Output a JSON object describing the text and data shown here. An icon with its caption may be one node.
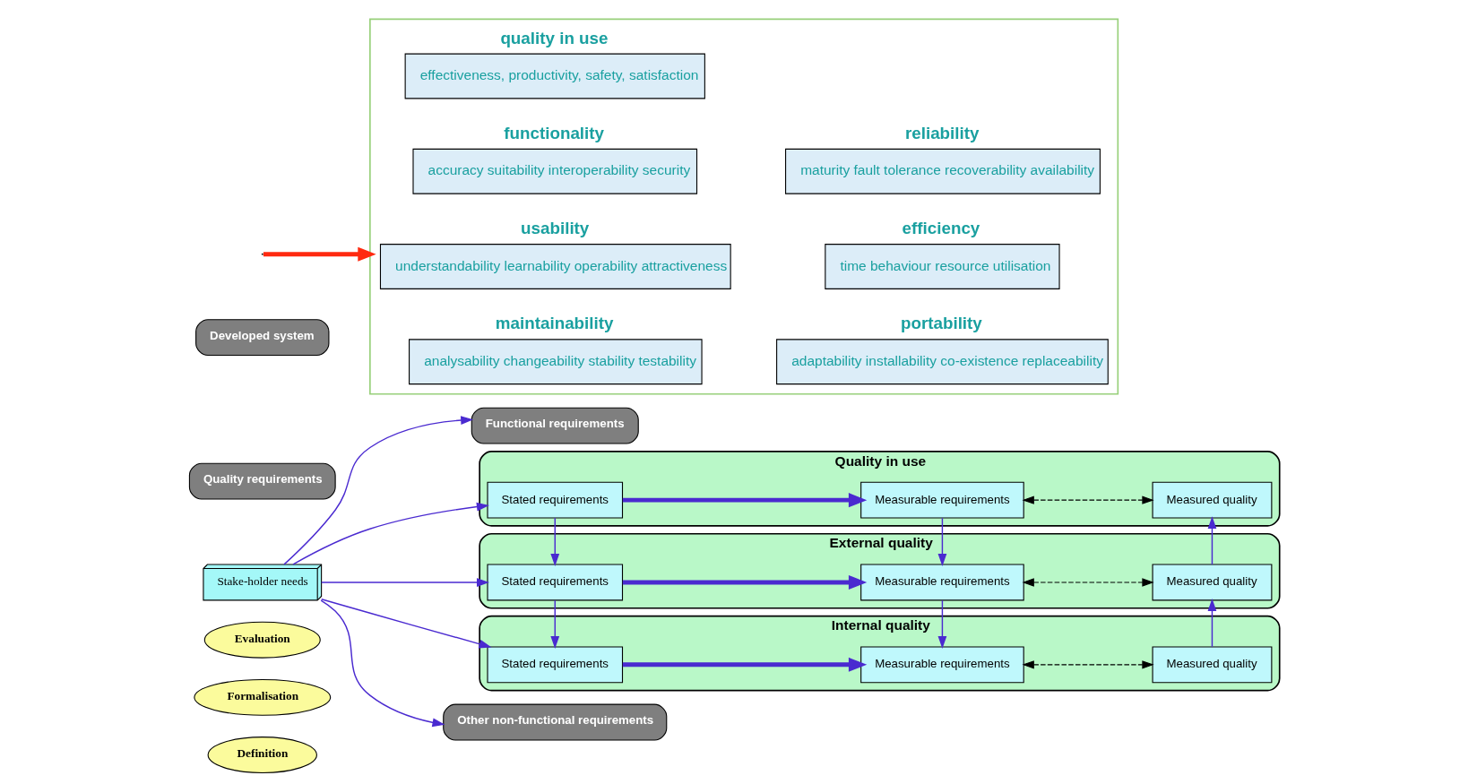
{
  "diagram": {
    "nodes": [
      {
        "text": [
          "Definition"
        ]
      },
      {
        "text": [
          "Formalisation"
        ]
      },
      {
        "text": [
          "Evaluation"
        ]
      },
      {
        "text": [
          "Stake-holder needs"
        ]
      },
      {
        "text": [
          "Functional requirements"
        ]
      },
      {
        "text": [
          "Quality requirements"
        ]
      },
      {
        "text": [
          "Developed system"
        ]
      },
      {
        "text": [
          "Quality in use"
        ]
      },
      {
        "text": [
          "Stated requirements"
        ],
        "in": 7
      },
      {
        "text": [
          "Measurable requirements"
        ],
        "in": 7
      },
      {
        "text": [
          "Measured quality"
        ],
        "in": 7
      },
      {
        "text": [
          "External quality"
        ]
      },
      {
        "text": [
          "Stated requirements"
        ],
        "in": 11
      },
      {
        "text": [
          "Measurable requirements"
        ],
        "in": 11
      },
      {
        "text": [
          "Measured quality"
        ],
        "in": 11
      },
      {
        "text": [
          "Internal quality"
        ]
      },
      {
        "text": [
          "Stated requirements"
        ],
        "in": 15
      },
      {
        "text": [
          "Measurable requirements"
        ],
        "in": 15
      },
      {
        "text": [
          "Measured quality"
        ],
        "in": 15
      },
      {
        "text": [
          "Other non-functional requirements"
        ]
      },
      {
        "text": [],
        "shape": "box"
      },
      {
        "text": [
          "quality in use",
          "effectiveness, productivity, safety, satisfaction"
        ],
        "in": 20
      },
      {
        "text": [
          "functionality",
          "accuracy suitability interoperability security"
        ],
        "in": 20
      },
      {
        "text": [
          "reliability",
          "maturity fault tolerance recoverability availability"
        ],
        "in": 20
      },
      {
        "text": [
          "usability",
          "understandability learnability operability attractiveness"
        ],
        "in": 20
      },
      {
        "text": [
          "efficiency",
          "time behaviour resource utilisation"
        ],
        "in": 20
      },
      {
        "text": [
          "maintainability",
          "analysability changeability stability testability"
        ],
        "in": 20
      },
      {
        "text": [
          "portability",
          "adaptability installability co-existence replaceability"
        ],
        "in": 20
      }
    ],
    "edges": [
      {
        "from": 3,
        "to": 4,
        "arrow": "to"
      },
      {
        "from": 3,
        "to": 8,
        "arrow": "to"
      },
      {
        "from": 3,
        "to": 12,
        "arrow": "to"
      },
      {
        "from": 3,
        "to": 16,
        "arrow": "to"
      },
      {
        "from": 3,
        "to": 19,
        "arrow": "to"
      },
      {
        "from": 8,
        "to": 9,
        "arrow": "to",
        "style": "thick"
      },
      {
        "from": 9,
        "to": 10,
        "arrow": "both",
        "style": "dashed",
        "color": "#000000"
      },
      {
        "from": 12,
        "to": 13,
        "arrow": "to",
        "style": "thick"
      },
      {
        "from": 13,
        "to": 14,
        "arrow": "both",
        "style": "dashed",
        "color": "#000000"
      },
      {
        "from": 16,
        "to": 17,
        "arrow": "to",
        "style": "thick"
      },
      {
        "from": 17,
        "to": 18,
        "arrow": "both",
        "style": "dashed",
        "color": "#000000"
      },
      {
        "from": 8,
        "to": 12,
        "arrow": "to"
      },
      {
        "from": 12,
        "to": 16,
        "arrow": "to"
      },
      {
        "from": 9,
        "to": 13,
        "arrow": "to"
      },
      {
        "from": 13,
        "to": 17,
        "arrow": "to"
      },
      {
        "from": 18,
        "to": 14,
        "arrow": "to"
      },
      {
        "from": 14,
        "to": 10,
        "arrow": "to"
      },
      {
        "from": null,
        "to": 20,
        "arrow": "to",
        "style": "thick",
        "color": "#ff2a10"
      }
    ]
  }
}
